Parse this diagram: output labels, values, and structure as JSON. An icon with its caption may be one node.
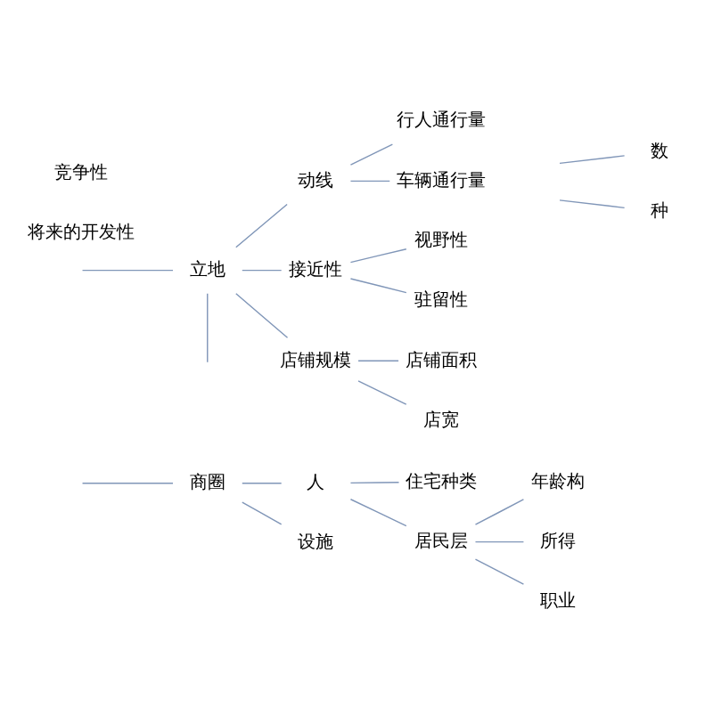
{
  "diagram": {
    "nodes": [
      {
        "text": [
          "商圈"
        ]
      },
      {
        "text": [
          "人"
        ]
      },
      {
        "text": [
          "住宅种类"
        ]
      },
      {
        "text": [
          "居民层"
        ]
      },
      {
        "text": [
          "年龄构"
        ]
      },
      {
        "text": [
          "所得"
        ]
      },
      {
        "text": [
          "职业"
        ]
      },
      {
        "text": [
          "设施"
        ]
      },
      {
        "text": [
          "立地"
        ]
      },
      {
        "text": [
          "动线"
        ]
      },
      {
        "text": [
          "行人通行量"
        ]
      },
      {
        "text": [
          "数"
        ]
      },
      {
        "text": [
          "车辆通行量"
        ]
      },
      {
        "text": [
          "种"
        ]
      },
      {
        "text": [
          "接近性"
        ]
      },
      {
        "text": [
          "视野性"
        ]
      },
      {
        "text": [
          "驻留性"
        ]
      },
      {
        "text": [
          "店铺规模"
        ]
      },
      {
        "text": [
          "店铺面积"
        ]
      },
      {
        "text": [
          "店宽"
        ]
      }
    ],
    "edges": [
      {
        "from": null,
        "to": 0,
        "arrow": "none"
      },
      {
        "from": null,
        "to": 8,
        "arrow": "none"
      },
      {
        "from": 0,
        "to": 1,
        "arrow": "none"
      },
      {
        "from": 0,
        "to": 7,
        "arrow": "none"
      },
      {
        "from": 1,
        "to": 2,
        "arrow": "none"
      },
      {
        "from": 1,
        "to": 3,
        "arrow": "none"
      },
      {
        "from": 3,
        "to": 4,
        "arrow": "none"
      },
      {
        "from": 3,
        "to": 5,
        "arrow": "none"
      },
      {
        "from": 3,
        "to": 6,
        "arrow": "none"
      },
      {
        "from": 8,
        "to": 9,
        "arrow": "none"
      },
      {
        "from": 8,
        "to": 14,
        "arrow": "none"
      },
      {
        "from": 8,
        "to": 17,
        "arrow": "none"
      },
      {
        "from": 8,
        "to": null,
        "arrow": "none"
      },
      {
        "from": 9,
        "to": 10,
        "arrow": "none"
      },
      {
        "from": 9,
        "to": 12,
        "arrow": "none"
      },
      {
        "from": null,
        "to": 11,
        "arrow": "none"
      },
      {
        "from": null,
        "to": 13,
        "arrow": "none"
      },
      {
        "from": 14,
        "to": 15,
        "arrow": "none"
      },
      {
        "from": 14,
        "to": 16,
        "arrow": "none"
      },
      {
        "from": 17,
        "to": 18,
        "arrow": "none"
      },
      {
        "from": 17,
        "to": 19,
        "arrow": "none"
      }
    ],
    "labels": [
      "将来的开发性",
      "竞争性"
    ]
  }
}
